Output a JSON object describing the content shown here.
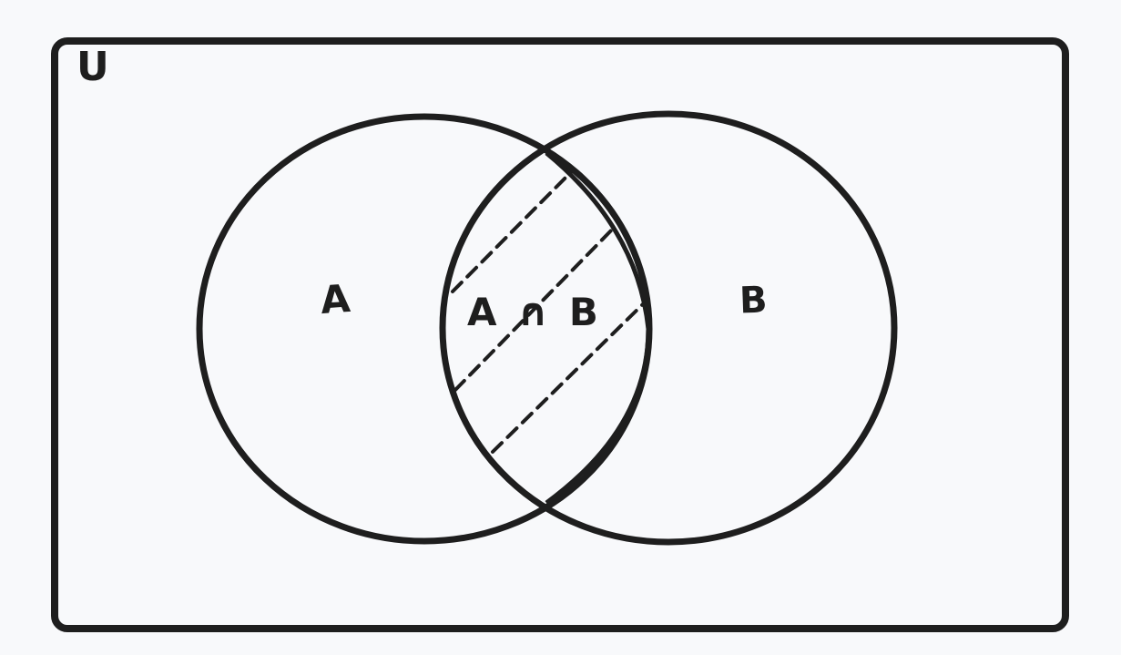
{
  "diagram": {
    "type": "venn",
    "universe": {
      "label": "U"
    },
    "sets": [
      {
        "id": "A",
        "label": "A"
      },
      {
        "id": "B",
        "label": "B"
      }
    ],
    "intersection": {
      "label": "A ∩ B",
      "pattern": "dashed-diagonal-hatch"
    },
    "colors": {
      "background": "#f8f9fb",
      "stroke": "#1e1e1e"
    }
  }
}
